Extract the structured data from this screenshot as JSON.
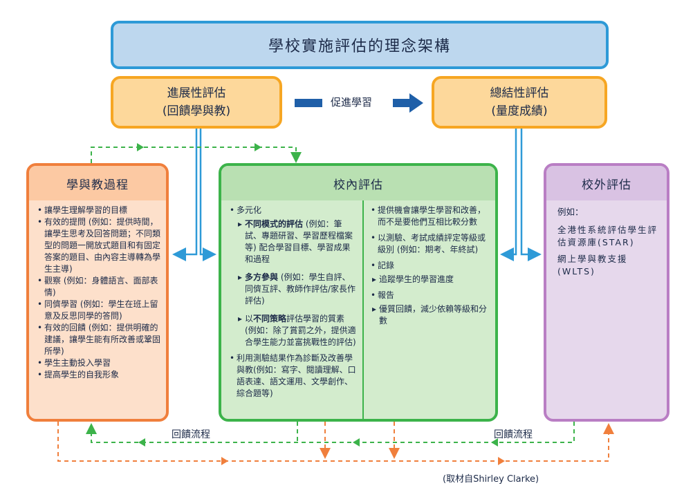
{
  "title": "學校實施評估的理念架構",
  "formative": {
    "line1": "進展性評估",
    "line2": "(回饋學與教)"
  },
  "summative": {
    "line1": "總結性評估",
    "line2": "(量度成績)"
  },
  "promote_label": "促進學習",
  "learning_process": {
    "heading": "學與教過程",
    "items": [
      "讓學生理解學習的目標",
      "有效的提問 (例如：提供時間，讓學生思考及回答問題；不同類型的問題一開放式題目和有固定答案的題目、由內容主導轉為學生主導)",
      "觀察 (例如：身體語言、面部表情)",
      "同儕學習 (例如：學生在班上留意及反思同學的答問)",
      "有效的回饋 (例如：提供明確的建議，讓學生能有所改善或鞏固所學)",
      "學生主動投入學習",
      "提高學生的自我形象"
    ]
  },
  "internal": {
    "heading": "校內評估",
    "diversified": "多元化",
    "sub1": {
      "bold": "不同模式的評估",
      "rest": " (例如：筆試、專題研習、學習歷程檔案等) 配合學習目標、學習成果和過程"
    },
    "sub2": {
      "bold": "多方參與",
      "rest": " (例如：學生自評、同儕互評、教師作評估/家長作評估)"
    },
    "sub3": {
      "pre": "以",
      "bold": "不同策略",
      "rest": "評估學習的質素 (例如：除了賞罰之外，提供適合學生能力並富挑戰性的評估)"
    },
    "item_diagnose": "利用測驗結果作為診斷及改善學與教(例如：寫字、閱讀理解、口語表達、語文運用、文學創作、綜合題等)",
    "right": {
      "opportunity": "提供機會讓學生學習和改善，而不是要他們互相比較分數",
      "grading": "以測驗、考試成績評定等級或級別 (例如：期考、年終試)",
      "record": "記錄",
      "record_sub": "追蹤學生的學習進度",
      "report": "報告",
      "report_sub": "優質回饋，減少依賴等級和分數"
    }
  },
  "external": {
    "heading": "校外評估",
    "example": "例如：",
    "star": "全港性系統評估學生評估資源庫(STAR)",
    "wlts": "網上學與教支援(WLTS)"
  },
  "feedback_left": "回饋流程",
  "feedback_right": "回饋流程",
  "credit": "(取材自Shirley Clarke)",
  "colors": {
    "blue": "#2e9ad7",
    "navy": "#1f5fa8",
    "orange": "#f6a623",
    "coral": "#f07f3c",
    "green": "#3cb34a",
    "purple": "#b97ec4"
  }
}
